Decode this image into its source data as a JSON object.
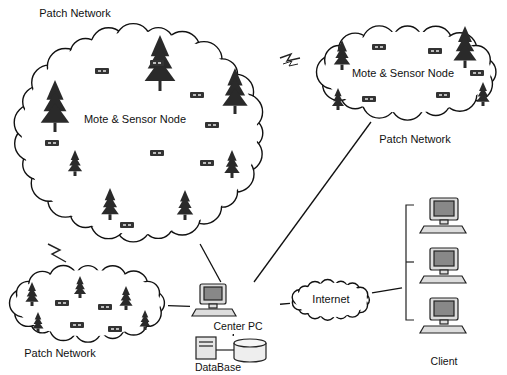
{
  "diagram": {
    "nodes": [
      {
        "text": [
          "Patch Network",
          "Mote & Sensor Node"
        ]
      },
      {
        "text": [
          "Mote & Sensor Node",
          "Patch Network"
        ]
      },
      {
        "text": [
          "Center PC"
        ]
      },
      {
        "text": [
          "Internet"
        ]
      },
      {
        "text": [
          "Patch Network"
        ]
      },
      {
        "text": [
          "DataBase"
        ]
      },
      {
        "text": [
          "Client"
        ]
      }
    ],
    "edges": [
      {
        "from": 0,
        "to": 2,
        "arrow": "none"
      },
      {
        "from": 1,
        "to": 2,
        "arrow": "none"
      },
      {
        "from": 4,
        "to": 2,
        "arrow": "none"
      },
      {
        "from": 2,
        "to": 3,
        "arrow": "none"
      },
      {
        "from": 3,
        "to": 6,
        "arrow": "none"
      },
      {
        "from": 2,
        "to": 5,
        "arrow": "none"
      }
    ]
  }
}
